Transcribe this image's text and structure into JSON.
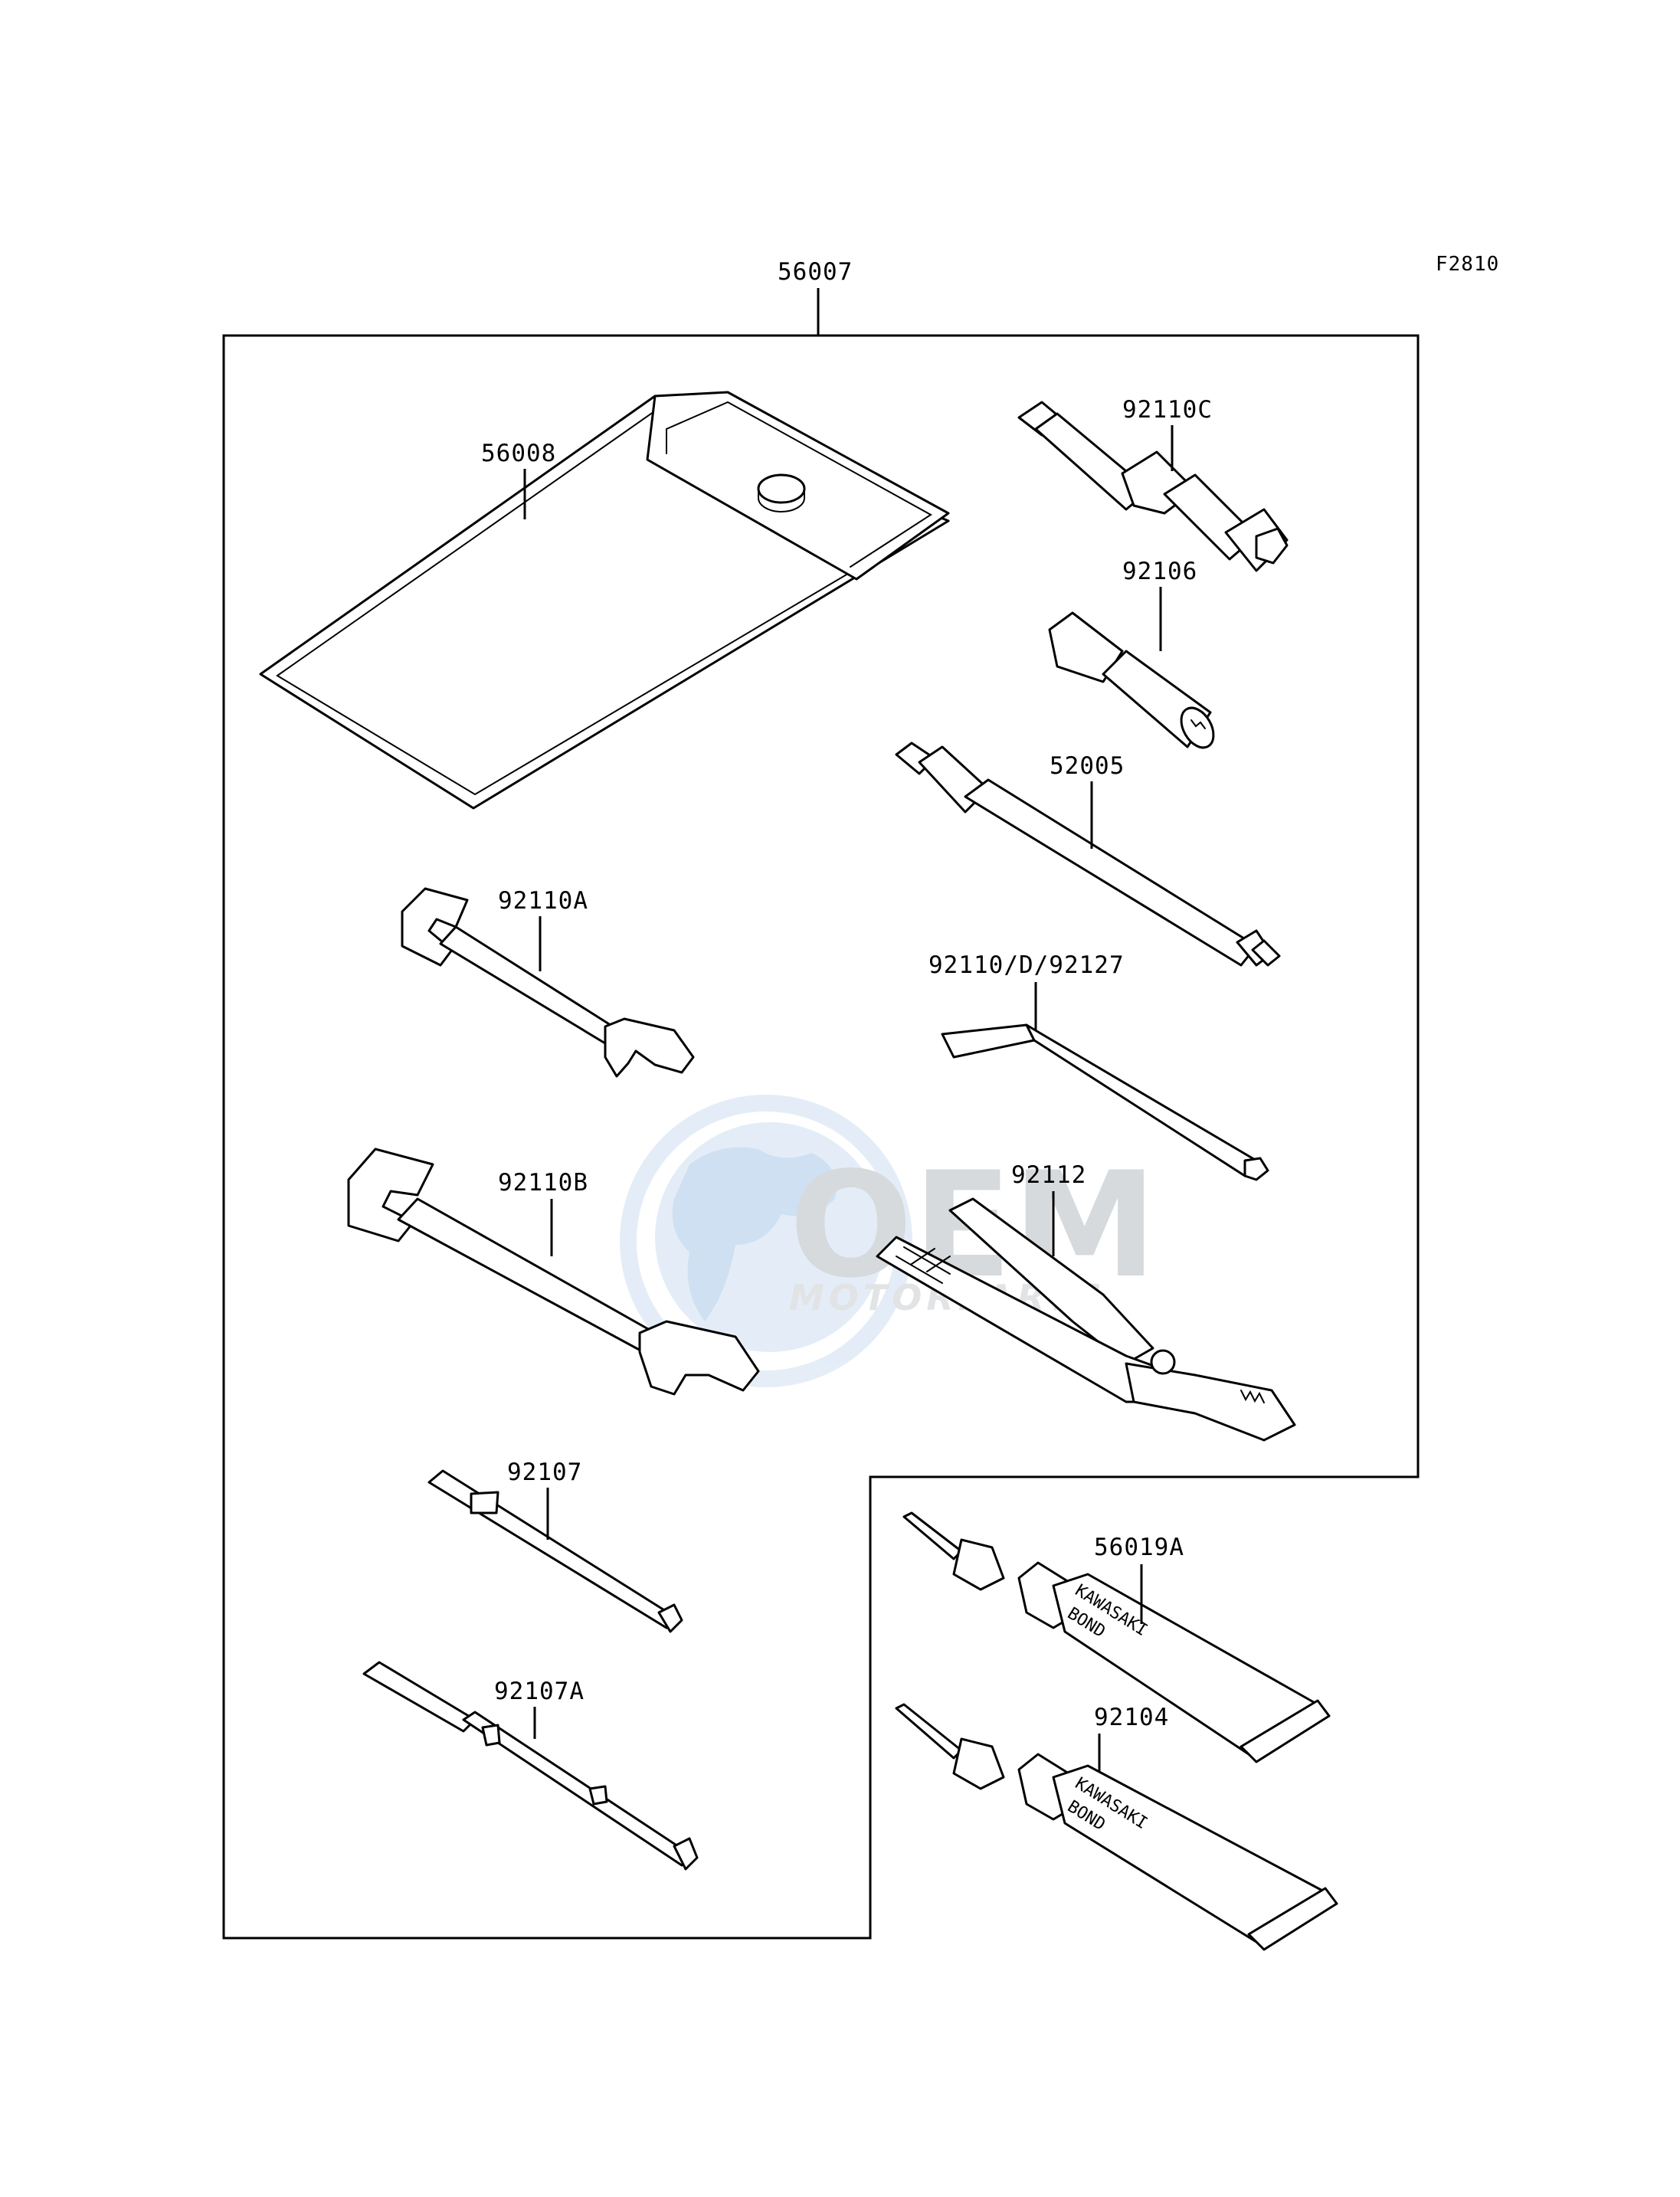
{
  "figure_code": "F2810",
  "parts": {
    "toolkit": "56007",
    "tool_bag": "56008",
    "socket_wrench_c": "92110C",
    "socket_adapter": "92106",
    "tire_gauge": "52005",
    "wrench_a": "92110A",
    "hex_wrench": "92110/D/92127",
    "wrench_b": "92110B",
    "pliers": "92112",
    "screwdriver_bit": "92107",
    "screwdriver_bit_a": "92107A",
    "kawasaki_bond_a": "56019A",
    "kawasaki_bond": "92104"
  },
  "tube_print": {
    "brand": "KAWASAKI",
    "product": "BOND"
  },
  "watermark": {
    "logo": "OEM",
    "tagline": "MOTORPARTS",
    "colors": {
      "blue": "#9cc3e4",
      "grey": "#c9cdd1"
    }
  }
}
